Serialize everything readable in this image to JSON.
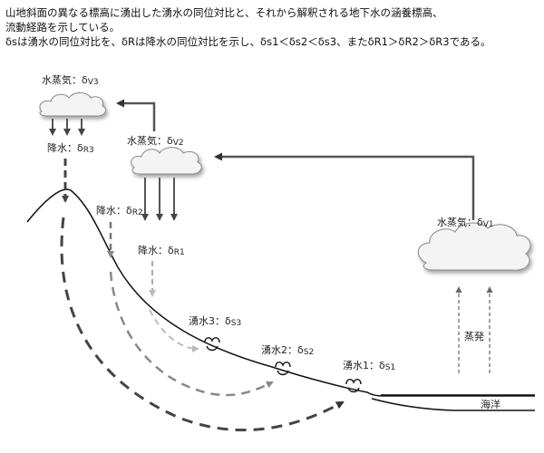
{
  "caption": {
    "line1": "山地斜面の異なる標高に湧出した湧水の同位対比と、それから解釈される地下水の涵養標高、",
    "line2": "流動経路を示している。",
    "line3": "δsは湧水の同位対比を、δRは降水の同位対比を示し、δs1＜δs2＜δs3、またδR1＞δR2＞δR3である。"
  },
  "vapor": {
    "v3": {
      "text": "水蒸気：δ",
      "sub": "V3"
    },
    "v2": {
      "text": "水蒸気：δ",
      "sub": "V2"
    },
    "v1": {
      "text": "水蒸気：δ",
      "sub": "V1"
    }
  },
  "precip": {
    "r3": {
      "text": "降水：δ",
      "sub": "R3"
    },
    "r2": {
      "text": "降水：δ",
      "sub": "R2"
    },
    "r1": {
      "text": "降水：δ",
      "sub": "R1"
    }
  },
  "springs": {
    "s3": {
      "text": "湧水3：δ",
      "sub": "S3"
    },
    "s2": {
      "text": "湧水2：δ",
      "sub": "S2"
    },
    "s1": {
      "text": "湧水1：δ",
      "sub": "S1"
    }
  },
  "evaporation": "蒸発",
  "ocean": "海洋",
  "colors": {
    "line": "#111111",
    "arrow_dark": "#444444",
    "arrow_mid": "#888888",
    "arrow_light": "#bbbbbb",
    "cloud_fill": "#f4f4f4",
    "cloud_stroke": "#888888"
  }
}
